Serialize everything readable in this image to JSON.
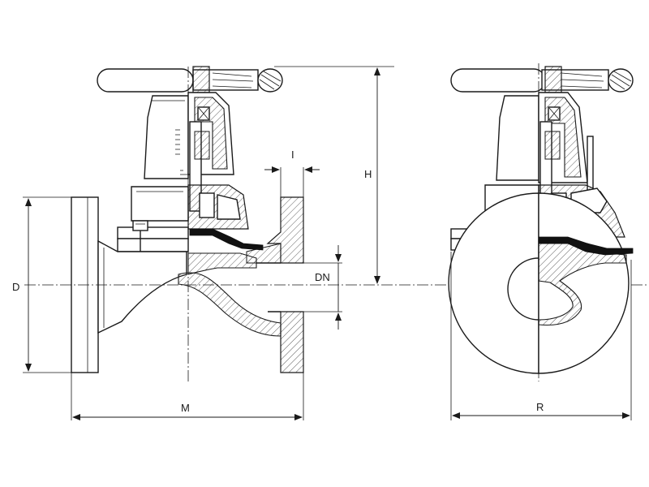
{
  "labels": {
    "dim_i": "I",
    "dim_h": "H",
    "dim_d": "D",
    "dim_dn": "DN",
    "dim_m": "M",
    "dim_r": "R"
  },
  "colors": {
    "line": "#1a1a1a",
    "background": "#ffffff",
    "seal": "#111111"
  }
}
